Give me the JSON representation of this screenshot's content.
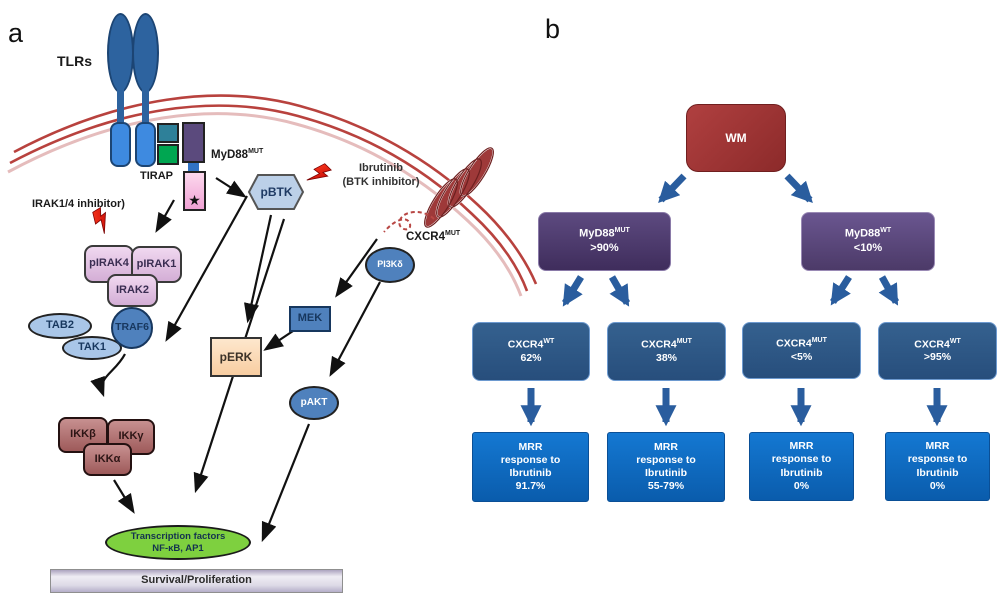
{
  "panel_a": {
    "label": "a",
    "tlrs_label": "TLRs",
    "tirap_label": "TIRAP",
    "myd88_label": {
      "base": "MyD88",
      "sup": "MUT"
    },
    "star_glyph": "★",
    "pbtk": "pBTK",
    "ibrutinib_line1": "Ibrutinib",
    "ibrutinib_line2": "(BTK inhibitor)",
    "irak_inhibitor_label": "IRAK1/4 inhibitor)",
    "pirak4": "pIRAK4",
    "pirak1": "pIRAK1",
    "irak2": "IRAK2",
    "traf6": "TRAF6",
    "tab2": "TAB2",
    "tak1": "TAK1",
    "perk": "pERK",
    "mek": "MEK",
    "pi3kd": "PI3Kδ",
    "pakt": "pAKT",
    "cxcr4_label": {
      "base": "CXCR4",
      "sup": "MUT"
    },
    "ikk_beta": "IKKβ",
    "ikk_gamma": "IKKγ",
    "ikk_alpha": "IKKα",
    "tf_line1": "Transcription factors",
    "tf_line2": "NF-κB, AP1",
    "survival": "Survival/Proliferation"
  },
  "panel_b": {
    "label": "b",
    "root": {
      "label": "WM"
    },
    "level2": [
      {
        "base": "MyD88",
        "sup": "MUT",
        "value": ">90%"
      },
      {
        "base": "MyD88",
        "sup": "WT",
        "value": "<10%"
      }
    ],
    "level3": [
      {
        "base": "CXCR4",
        "sup": "WT",
        "value": "62%"
      },
      {
        "base": "CXCR4",
        "sup": "MUT",
        "value": "38%"
      },
      {
        "base": "CXCR4",
        "sup": "MUT",
        "value": "<5%"
      },
      {
        "base": "CXCR4",
        "sup": "WT",
        "value": ">95%"
      }
    ],
    "level4": [
      {
        "line1": "MRR",
        "line2": "response to",
        "line3": "Ibrutinib",
        "value": "91.7%"
      },
      {
        "line1": "MRR",
        "line2": "response to",
        "line3": "Ibrutinib",
        "value": "55-79%"
      },
      {
        "line1": "MRR",
        "line2": "response to",
        "line3": "Ibrutinib",
        "value": "0%"
      },
      {
        "line1": "MRR",
        "line2": "response to",
        "line3": "Ibrutinib",
        "value": "0%"
      }
    ]
  },
  "colors": {
    "membrane_red": "#b8423e",
    "membrane_echo": "#e5bcbc",
    "arrow_black": "#111111",
    "arrow_blue": "#2a5d9e",
    "lightning_red": "#e01010",
    "receptor_red": "#9e3939",
    "node_blue": "#4f81bd",
    "green_ellipse": "#7ed03f"
  }
}
